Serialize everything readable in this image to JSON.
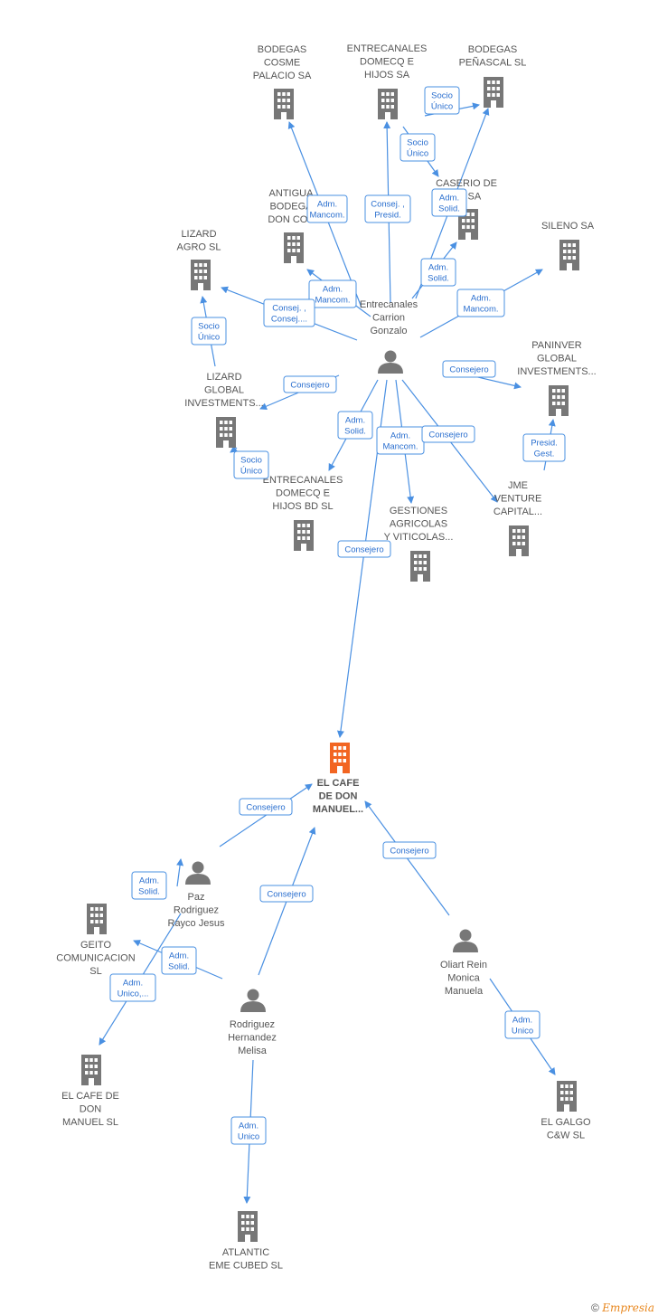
{
  "footer": {
    "copyright": "©",
    "brand": "Empresia"
  },
  "colors": {
    "edge": "#4a90e2",
    "building": "#777777",
    "main_building": "#f26522",
    "person": "#777777"
  },
  "nodes": [
    {
      "id": "n_bodegas_cosme",
      "kind": "company",
      "lines": [
        "BODEGAS",
        "COSME",
        "PALACIO SA"
      ]
    },
    {
      "id": "n_entrecanales_dom",
      "kind": "company",
      "lines": [
        "ENTRECANALES",
        "DOMECQ E",
        "HIJOS SA"
      ]
    },
    {
      "id": "n_bodegas_penascal",
      "kind": "company",
      "lines": [
        "BODEGAS",
        "PEÑASCAL  SL"
      ]
    },
    {
      "id": "n_caserio",
      "kind": "company",
      "lines": [
        "CASERIO DE",
        "AS SA"
      ]
    },
    {
      "id": "n_antigua",
      "kind": "company",
      "lines": [
        "ANTIGUA",
        "BODEGA",
        "DON COS"
      ]
    },
    {
      "id": "n_lizard_agro",
      "kind": "company",
      "lines": [
        "LIZARD",
        "AGRO  SL"
      ]
    },
    {
      "id": "n_sileno",
      "kind": "company",
      "lines": [
        "SILENO SA"
      ]
    },
    {
      "id": "n_entrecanales_person",
      "kind": "person",
      "lines": [
        "Entrecanales",
        "Carrion",
        "Gonzalo"
      ]
    },
    {
      "id": "n_paninver",
      "kind": "company",
      "lines": [
        "PANINVER",
        "GLOBAL",
        "INVESTMENTS..."
      ]
    },
    {
      "id": "n_lizard_global",
      "kind": "company",
      "lines": [
        "LIZARD",
        "GLOBAL",
        "INVESTMENTS..."
      ]
    },
    {
      "id": "n_entrecanales_bd",
      "kind": "company",
      "lines": [
        "ENTRECANALES",
        "DOMECQ E",
        "HIJOS BD  SL"
      ]
    },
    {
      "id": "n_gestiones",
      "kind": "company",
      "lines": [
        "GESTIONES",
        "AGRICOLAS",
        "Y VITICOLAS..."
      ]
    },
    {
      "id": "n_jme",
      "kind": "company",
      "lines": [
        "JME",
        "VENTURE",
        "CAPITAL..."
      ]
    },
    {
      "id": "n_main",
      "kind": "main",
      "lines": [
        "EL CAFE",
        "DE DON",
        "MANUEL..."
      ]
    },
    {
      "id": "n_paz",
      "kind": "person",
      "lines": [
        "Paz",
        "Rodriguez",
        "Rayco Jesus"
      ]
    },
    {
      "id": "n_geito",
      "kind": "company",
      "lines": [
        "GEITO",
        "COMUNICACION",
        "SL"
      ]
    },
    {
      "id": "n_rodriguez",
      "kind": "person",
      "lines": [
        "Rodriguez",
        "Hernandez",
        "Melisa"
      ]
    },
    {
      "id": "n_oliart",
      "kind": "person",
      "lines": [
        "Oliart Rein",
        "Monica",
        "Manuela"
      ]
    },
    {
      "id": "n_elcafe_sl",
      "kind": "company",
      "lines": [
        "EL CAFE DE",
        "DON",
        "MANUEL  SL"
      ]
    },
    {
      "id": "n_galgo",
      "kind": "company",
      "lines": [
        "EL GALGO",
        "C&W  SL"
      ]
    },
    {
      "id": "n_atlantic",
      "kind": "company",
      "lines": [
        "ATLANTIC",
        "EME CUBED  SL"
      ]
    }
  ],
  "edges": [
    {
      "id": "e1",
      "label": [
        "Adm.",
        "Mancom."
      ]
    },
    {
      "id": "e2",
      "label": [
        "Consej. ,",
        "Presid."
      ]
    },
    {
      "id": "e3",
      "label": [
        "Socio",
        "Único"
      ]
    },
    {
      "id": "e4",
      "label": [
        "Socio",
        "Único"
      ]
    },
    {
      "id": "e5",
      "label": [
        "Adm.",
        "Solid."
      ]
    },
    {
      "id": "e6",
      "label": [
        "Adm.",
        "Solid."
      ]
    },
    {
      "id": "e7",
      "label": [
        "Adm.",
        "Mancom."
      ]
    },
    {
      "id": "e8",
      "label": [
        "Adm.",
        "Mancom."
      ]
    },
    {
      "id": "e9",
      "label": [
        "Consej. ,",
        "Consej...."
      ]
    },
    {
      "id": "e10",
      "label": [
        "Socio",
        "Único"
      ]
    },
    {
      "id": "e11",
      "label": [
        "Consejero"
      ]
    },
    {
      "id": "e12",
      "label": [
        "Consejero"
      ]
    },
    {
      "id": "e13",
      "label": [
        "Presid.",
        "Gest."
      ]
    },
    {
      "id": "e14",
      "label": [
        "Adm.",
        "Solid."
      ]
    },
    {
      "id": "e15",
      "label": [
        "Adm.",
        "Mancom."
      ]
    },
    {
      "id": "e16",
      "label": [
        "Consejero"
      ]
    },
    {
      "id": "e17",
      "label": [
        "Socio",
        "Único"
      ]
    },
    {
      "id": "e18",
      "label": [
        "Consejero"
      ]
    },
    {
      "id": "e19",
      "label": [
        "Consejero"
      ]
    },
    {
      "id": "e20",
      "label": [
        "Adm.",
        "Solid."
      ]
    },
    {
      "id": "e21",
      "label": [
        "Consejero"
      ]
    },
    {
      "id": "e22",
      "label": [
        "Adm.",
        "Solid."
      ]
    },
    {
      "id": "e23",
      "label": [
        "Adm.",
        "Unico,..."
      ]
    },
    {
      "id": "e24",
      "label": [
        "Consejero"
      ]
    },
    {
      "id": "e25",
      "label": [
        "Adm.",
        "Unico"
      ]
    },
    {
      "id": "e26",
      "label": [
        "Adm.",
        "Unico"
      ]
    }
  ]
}
